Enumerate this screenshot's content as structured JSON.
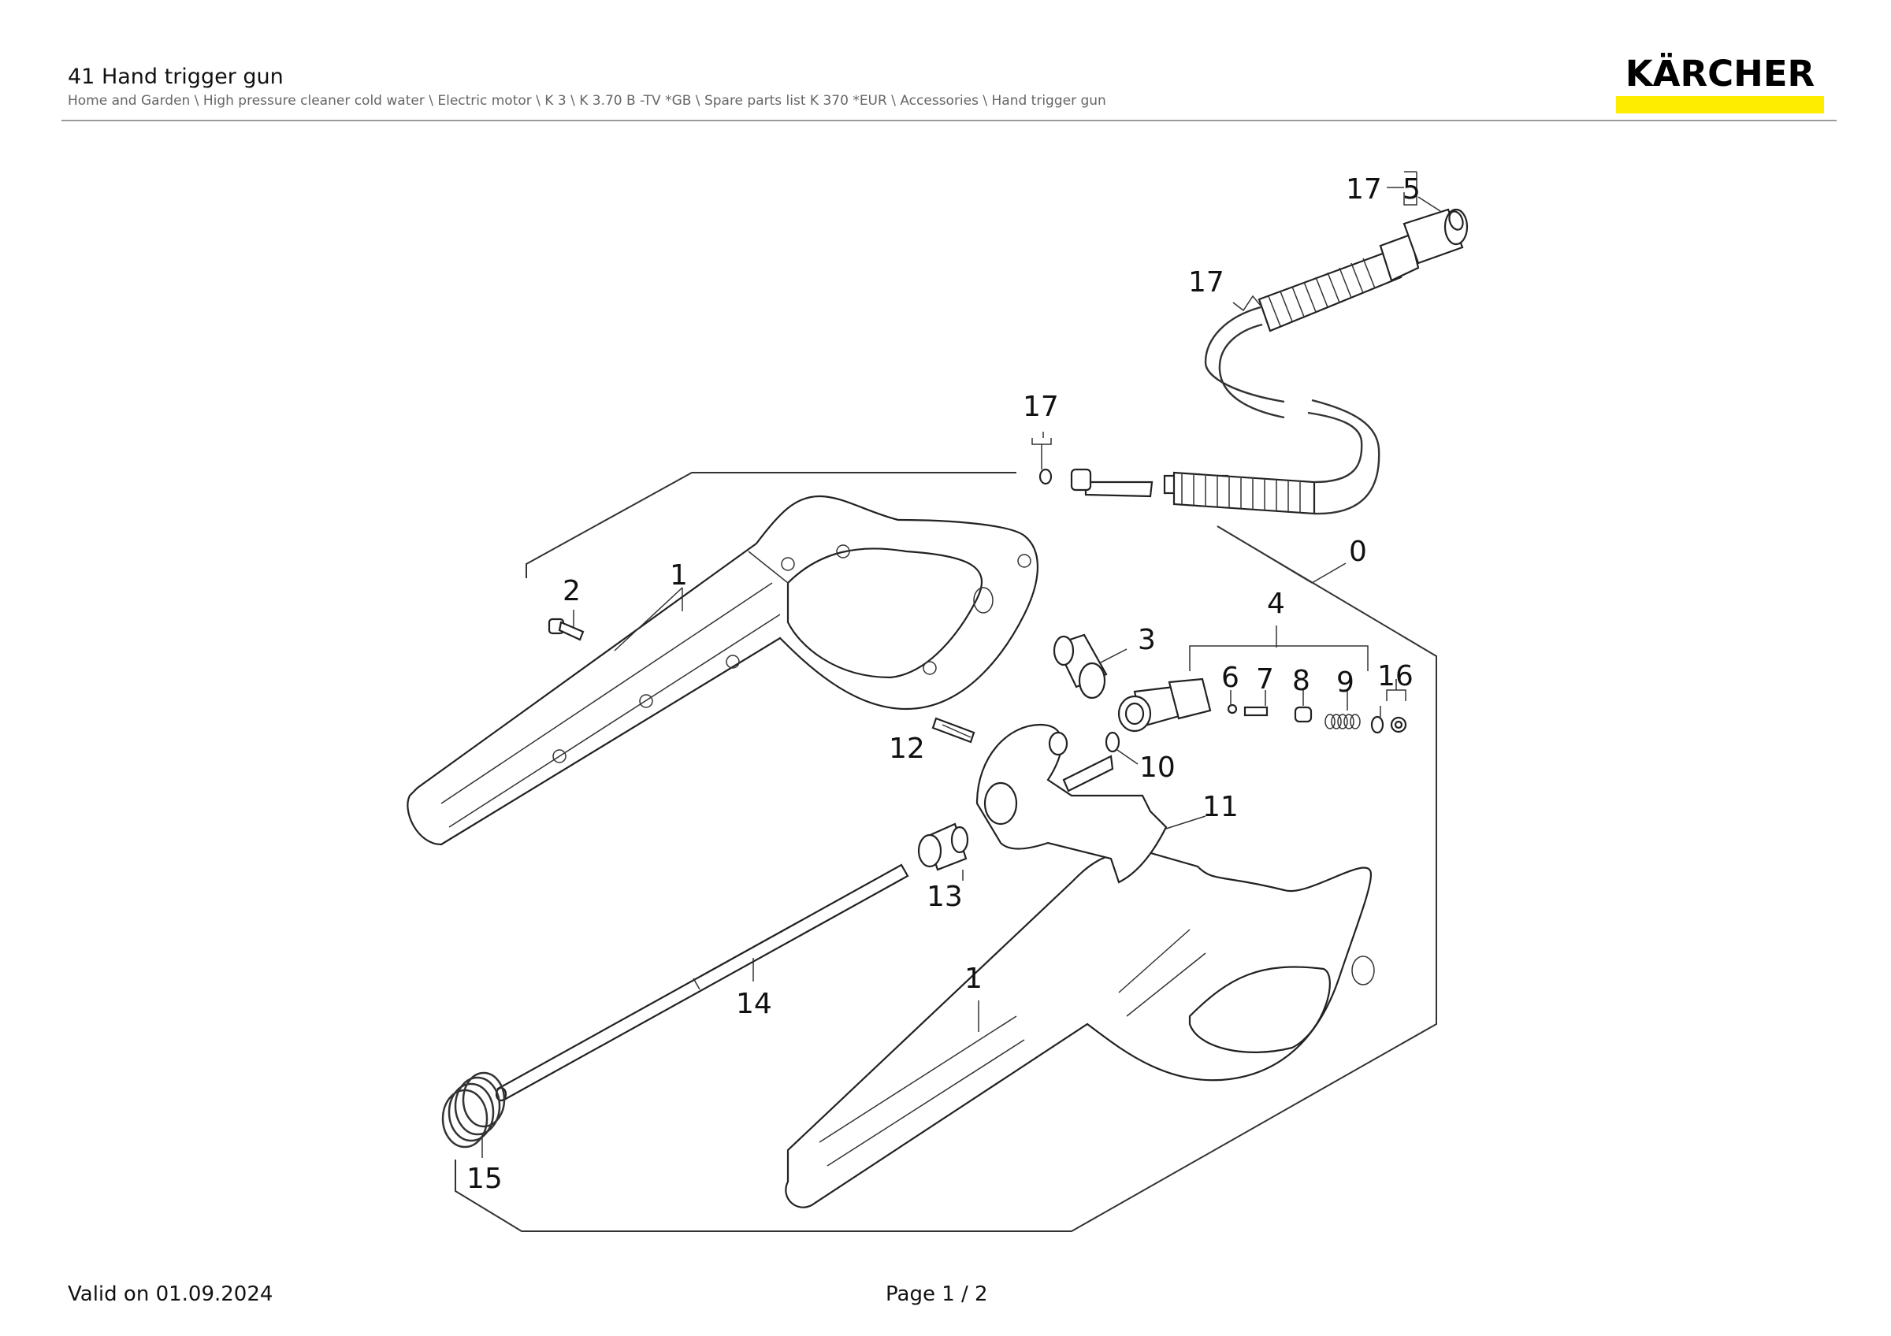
{
  "header": {
    "title": "41 Hand trigger gun",
    "breadcrumb": "Home and Garden \\ High pressure cleaner cold water \\ Electric motor \\ K 3 \\ K 3.70 B -TV *GB \\ Spare parts list K 370 *EUR \\ Accessories \\ Hand trigger gun"
  },
  "logo": {
    "text": "KÄRCHER",
    "bar_color": "#ffed00"
  },
  "diagram": {
    "labels": {
      "l0": "0",
      "l1a": "1",
      "l1b": "1",
      "l2": "2",
      "l3": "3",
      "l4": "4",
      "l5": "5",
      "l6": "6",
      "l7": "7",
      "l8": "8",
      "l9": "9",
      "l10": "10",
      "l11": "11",
      "l12": "12",
      "l13": "13",
      "l14": "14",
      "l15": "15",
      "l16": "16",
      "l17a": "17",
      "l17b": "17",
      "l17c": "17"
    }
  },
  "footer": {
    "valid": "Valid on 01.09.2024",
    "page": "Page 1 / 2"
  }
}
